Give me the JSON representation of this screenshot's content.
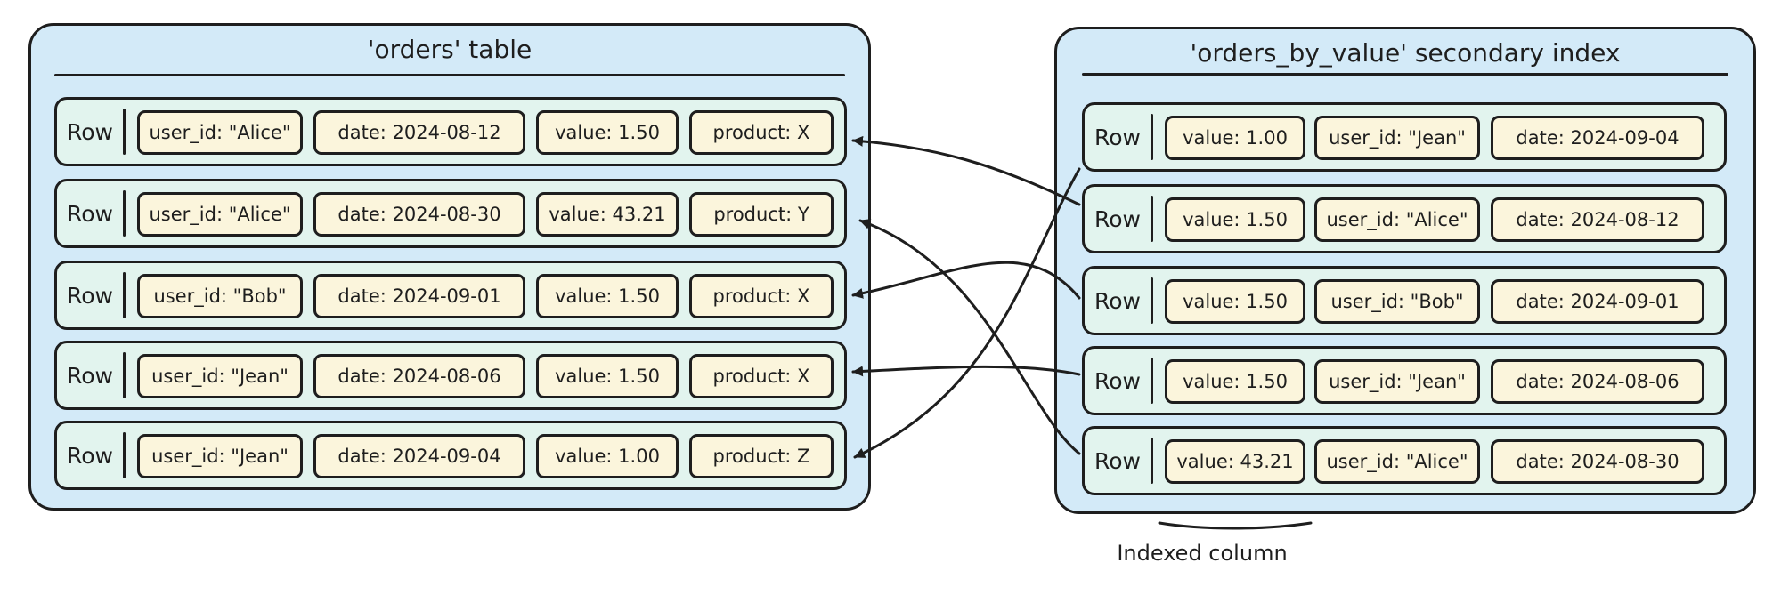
{
  "orders_table": {
    "title": "'orders' table",
    "rows": [
      {
        "label": "Row",
        "cells": [
          "user_id: \"Alice\"",
          "date: 2024-08-12",
          "value: 1.50",
          "product: X"
        ]
      },
      {
        "label": "Row",
        "cells": [
          "user_id: \"Alice\"",
          "date: 2024-08-30",
          "value: 43.21",
          "product: Y"
        ]
      },
      {
        "label": "Row",
        "cells": [
          "user_id: \"Bob\"",
          "date: 2024-09-01",
          "value: 1.50",
          "product: X"
        ]
      },
      {
        "label": "Row",
        "cells": [
          "user_id: \"Jean\"",
          "date: 2024-08-06",
          "value: 1.50",
          "product: X"
        ]
      },
      {
        "label": "Row",
        "cells": [
          "user_id: \"Jean\"",
          "date: 2024-09-04",
          "value: 1.00",
          "product: Z"
        ]
      }
    ]
  },
  "secondary_index": {
    "title": "'orders_by_value' secondary index",
    "rows": [
      {
        "label": "Row",
        "cells": [
          "value: 1.00",
          "user_id: \"Jean\"",
          "date: 2024-09-04"
        ]
      },
      {
        "label": "Row",
        "cells": [
          "value: 1.50",
          "user_id: \"Alice\"",
          "date: 2024-08-12"
        ]
      },
      {
        "label": "Row",
        "cells": [
          "value: 1.50",
          "user_id: \"Bob\"",
          "date: 2024-09-01"
        ]
      },
      {
        "label": "Row",
        "cells": [
          "value: 1.50",
          "user_id: \"Jean\"",
          "date: 2024-08-06"
        ]
      },
      {
        "label": "Row",
        "cells": [
          "value: 43.21",
          "user_id: \"Alice\"",
          "date: 2024-08-30"
        ]
      }
    ]
  },
  "annotation": "Indexed column",
  "pointers": [
    {
      "from_index_row": 0,
      "to_table_row": 4
    },
    {
      "from_index_row": 1,
      "to_table_row": 0
    },
    {
      "from_index_row": 2,
      "to_table_row": 2
    },
    {
      "from_index_row": 3,
      "to_table_row": 3
    },
    {
      "from_index_row": 4,
      "to_table_row": 1
    }
  ],
  "colors": {
    "panel": "#d3eaf8",
    "row": "#e2f4ee",
    "cell": "#fbf5dc",
    "stroke": "#1e1e1e"
  }
}
